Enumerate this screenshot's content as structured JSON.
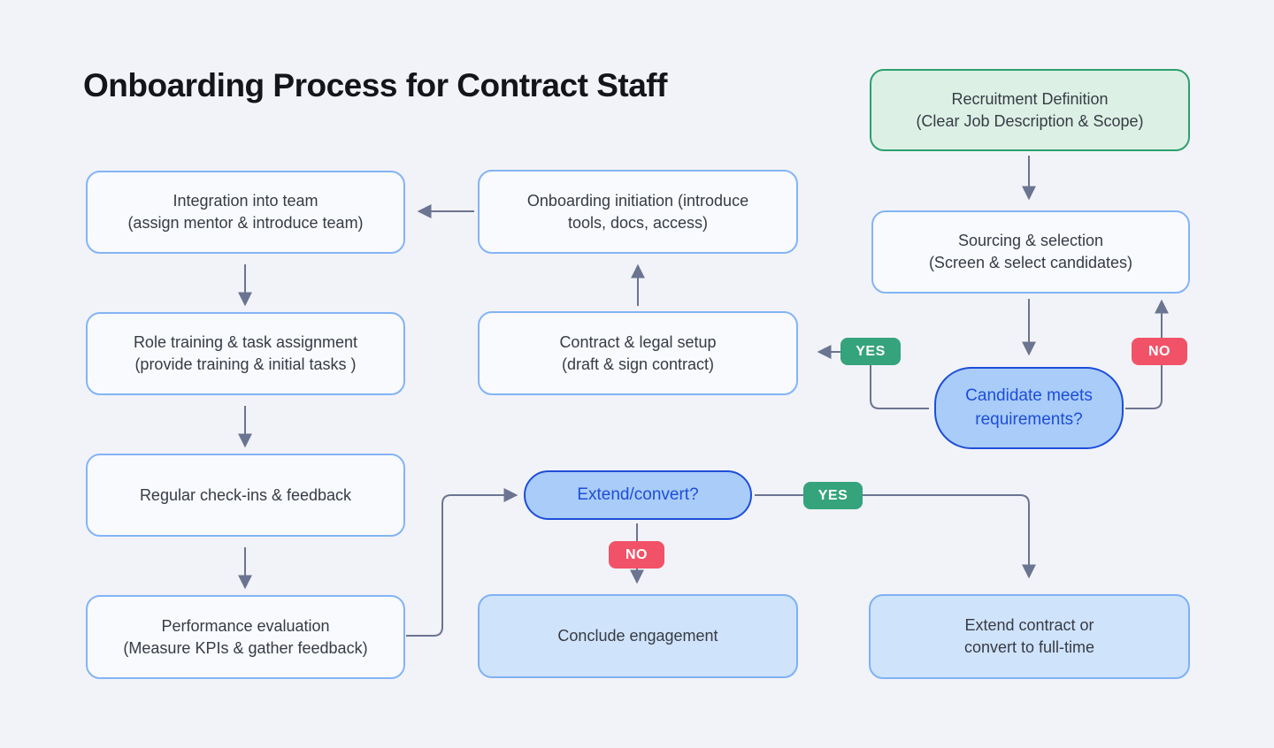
{
  "title": "Onboarding Process for Contract Staff",
  "colors": {
    "background": "#f2f3f8",
    "arrow": "#6b7490",
    "badge-yes": "#35a37c",
    "badge-no": "#f25268",
    "process-border": "#83b4f5",
    "process-fill": "#f8fafd",
    "start-border": "#2d9f6d",
    "start-fill": "#dcf0e5",
    "result-border": "#7fb1f4",
    "result-fill": "#cfe3fb",
    "decision-border": "#1d4ed8",
    "decision-fill": "#a9ccf8",
    "decision-text": "#1d4ed8",
    "text": "#373b44",
    "title-text": "#131519"
  },
  "nodes": {
    "recruitment": {
      "label": "Recruitment Definition\n(Clear Job Description & Scope)"
    },
    "sourcing": {
      "label": "Sourcing & selection\n(Screen & select candidates)"
    },
    "candidate_decision": {
      "label": "Candidate meets\nrequirements?"
    },
    "contract": {
      "label": "Contract & legal setup\n(draft & sign contract)"
    },
    "onboarding": {
      "label": "Onboarding initiation (introduce\ntools, docs, access)"
    },
    "integration": {
      "label": "Integration into team\n(assign mentor & introduce team)"
    },
    "role_training": {
      "label": "Role training & task assignment\n(provide training & initial tasks )"
    },
    "checkins": {
      "label": "Regular check-ins & feedback"
    },
    "performance": {
      "label": "Performance evaluation\n(Measure KPIs & gather feedback)"
    },
    "extend_decision": {
      "label": "Extend/convert?"
    },
    "conclude": {
      "label": "Conclude engagement"
    },
    "extend_fulltime": {
      "label": "Extend contract or\nconvert to full-time"
    }
  },
  "edge_labels": {
    "candidate_yes": "YES",
    "candidate_no": "NO",
    "extend_yes": "YES",
    "extend_no": "NO"
  }
}
